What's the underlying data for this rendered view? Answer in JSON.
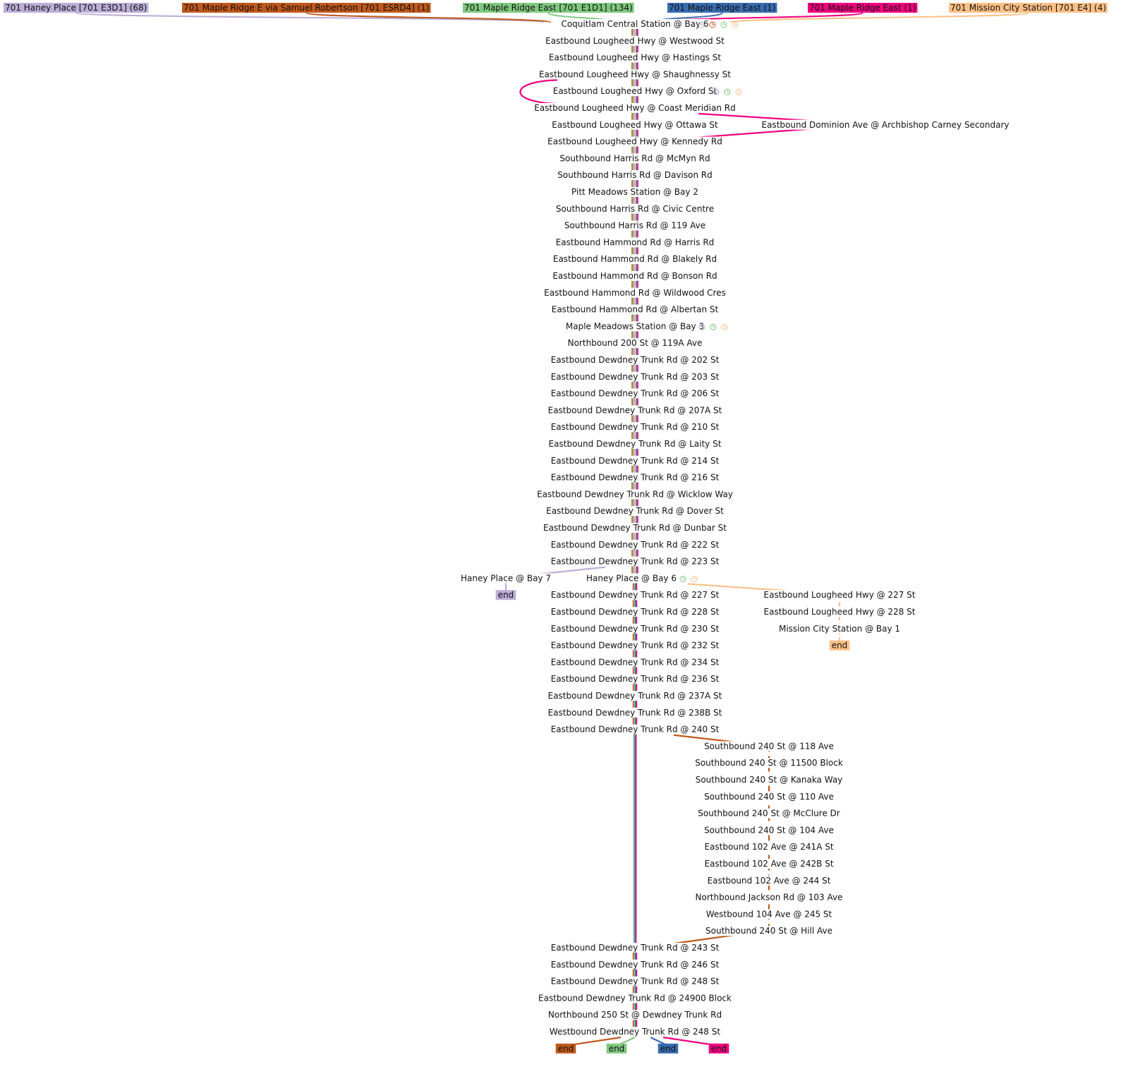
{
  "routes": [
    {
      "id": "haney",
      "label": "701 Haney Place [701 E3D1] (68)",
      "color": "#bcaed7"
    },
    {
      "id": "esrd4",
      "label": "701 Maple Ridge E via Samuel Robertson [701 ESRD4] (1)",
      "color": "#c0581c"
    },
    {
      "id": "e1d1",
      "label": "701 Maple Ridge East [701 E1D1] (134)",
      "color": "#7fc97f"
    },
    {
      "id": "mrblue",
      "label": "701 Maple Ridge East (1)",
      "color": "#386cb0"
    },
    {
      "id": "mrpink",
      "label": "701 Maple Ridge East (1)",
      "color": "#f0027f"
    },
    {
      "id": "mission",
      "label": "701 Mission City Station [701 E4] (4)",
      "color": "#fdc086"
    }
  ],
  "main_stops": [
    "Coquitlam Central Station @ Bay 6",
    "Eastbound Lougheed Hwy @ Westwood St",
    "Eastbound Lougheed Hwy @ Hastings St",
    "Eastbound Lougheed Hwy @ Shaughnessy St",
    "Eastbound Lougheed Hwy @ Oxford St",
    "Eastbound Lougheed Hwy @ Coast Meridian Rd",
    "Eastbound Lougheed Hwy @ Ottawa St",
    "Eastbound Lougheed Hwy @ Kennedy Rd",
    "Southbound Harris Rd @ McMyn Rd",
    "Southbound Harris Rd @ Davison Rd",
    "Pitt Meadows Station @ Bay 2",
    "Southbound Harris Rd @ Civic Centre",
    "Southbound Harris Rd @ 119 Ave",
    "Eastbound Hammond Rd @ Harris Rd",
    "Eastbound Hammond Rd @ Blakely Rd",
    "Eastbound Hammond Rd @ Bonson Rd",
    "Eastbound Hammond Rd @ Wildwood Cres",
    "Eastbound Hammond Rd @ Albertan St",
    "Maple Meadows Station @ Bay 3",
    "Northbound 200 St @ 119A Ave",
    "Eastbound Dewdney Trunk Rd @ 202 St",
    "Eastbound Dewdney Trunk Rd @ 203 St",
    "Eastbound Dewdney Trunk Rd @ 206 St",
    "Eastbound Dewdney Trunk Rd @ 207A St",
    "Eastbound Dewdney Trunk Rd @ 210 St",
    "Eastbound Dewdney Trunk Rd @ Laity St",
    "Eastbound Dewdney Trunk Rd @ 214 St",
    "Eastbound Dewdney Trunk Rd @ 216 St",
    "Eastbound Dewdney Trunk Rd @ Wicklow Way",
    "Eastbound Dewdney Trunk Rd @ Dover St",
    "Eastbound Dewdney Trunk Rd @ Dunbar St",
    "Eastbound Dewdney Trunk Rd @ 222 St",
    "Eastbound Dewdney Trunk Rd @ 223 St",
    "Haney Place @ Bay 6",
    "Eastbound Dewdney Trunk Rd @ 227 St",
    "Eastbound Dewdney Trunk Rd @ 228 St",
    "Eastbound Dewdney Trunk Rd @ 230 St",
    "Eastbound Dewdney Trunk Rd @ 232 St",
    "Eastbound Dewdney Trunk Rd @ 234 St",
    "Eastbound Dewdney Trunk Rd @ 236 St",
    "Eastbound Dewdney Trunk Rd @ 237A St",
    "Eastbound Dewdney Trunk Rd @ 238B St",
    "Eastbound Dewdney Trunk Rd @ 240 St"
  ],
  "tail_stops": [
    "Eastbound Dewdney Trunk Rd @ 243 St",
    "Eastbound Dewdney Trunk Rd @ 246 St",
    "Eastbound Dewdney Trunk Rd @ 248 St",
    "Eastbound Dewdney Trunk Rd @ 24900 Block",
    "Northbound 250 St @ Dewdney Trunk Rd",
    "Westbound Dewdney Trunk Rd @ 248 St"
  ],
  "detour_stops": [
    "Southbound 240 St @ 118 Ave",
    "Southbound 240 St @ 11500 Block",
    "Southbound 240 St @ Kanaka Way",
    "Southbound 240 St @ 110 Ave",
    "Southbound 240 St @ McClure Dr",
    "Southbound 240 St @ 104 Ave",
    "Eastbound 102 Ave @ 241A St",
    "Eastbound 102 Ave @ 242B St",
    "Eastbound 102 Ave @ 244 St",
    "Northbound Jackson Rd @ 103 Ave",
    "Westbound 104 Ave @ 245 St",
    "Southbound 240 St @ Hill Ave"
  ],
  "branch_stops": {
    "dominion": "Eastbound Dominion Ave @ Archbishop Carney Secondary",
    "haney_bay7": "Haney Place @ Bay 7",
    "mission": [
      "Eastbound Lougheed Hwy @ 227 St",
      "Eastbound Lougheed Hwy @ 228 St",
      "Mission City Station @ Bay 1"
    ]
  },
  "end_label": "end"
}
